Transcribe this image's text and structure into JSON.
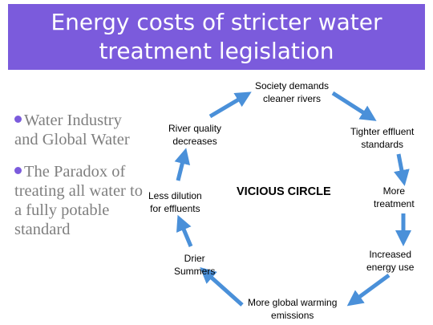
{
  "title": "Energy costs of stricter water treatment legislation",
  "bullets": [
    "Water Industry and Global Water",
    "The Paradox of treating all water to a fully potable standard"
  ],
  "center_label": "VICIOUS CIRCLE",
  "nodes": [
    {
      "id": "society",
      "lines": [
        "Society demands",
        "cleaner rivers"
      ]
    },
    {
      "id": "tighter",
      "lines": [
        "Tighter effluent",
        "standards"
      ]
    },
    {
      "id": "more-treatment",
      "lines": [
        "More",
        "treatment"
      ]
    },
    {
      "id": "energy",
      "lines": [
        "Increased",
        "energy use"
      ]
    },
    {
      "id": "emissions",
      "lines": [
        "More global warming",
        "emissions"
      ]
    },
    {
      "id": "summers",
      "lines": [
        "Drier",
        "Summers"
      ]
    },
    {
      "id": "dilution",
      "lines": [
        "Less dilution",
        "for effluents"
      ]
    },
    {
      "id": "quality",
      "lines": [
        "River quality",
        "decreases"
      ]
    }
  ],
  "colors": {
    "title_bg": "#7b5bdc",
    "arrow": "#4a90d9",
    "bullet_text": "#7f7f7f"
  }
}
